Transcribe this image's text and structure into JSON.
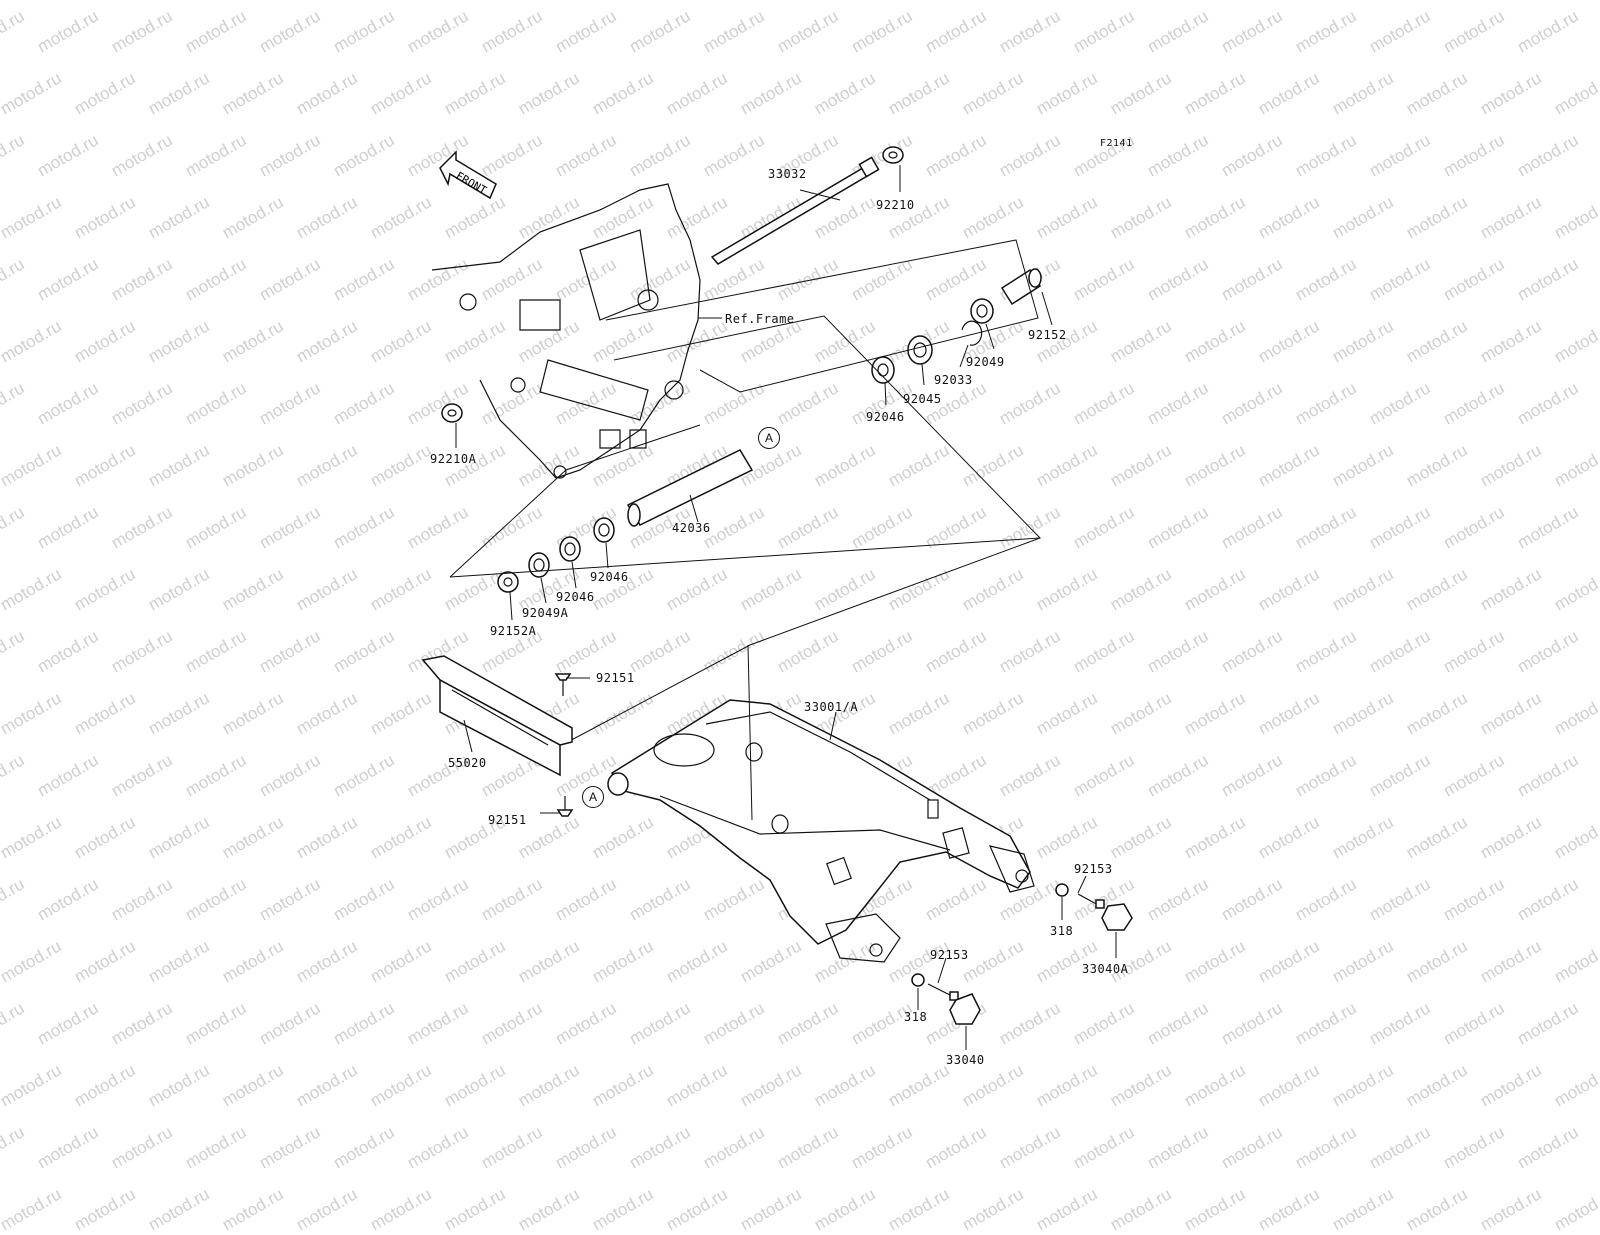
{
  "watermark": "motod.ru",
  "figure_code": "F2141",
  "front_label": "FRONT",
  "ref_frame": "Ref.Frame",
  "ref_marker": "A",
  "parts": [
    "33032",
    "92210",
    "92152",
    "92049",
    "92033",
    "92045",
    "92046",
    "92210A",
    "42036",
    "92046",
    "92046",
    "92049A",
    "92152A",
    "92151",
    "33001/A",
    "55020",
    "92151",
    "92153",
    "318",
    "33040A",
    "92153",
    "318",
    "33040"
  ],
  "colors": {
    "line": "#111111",
    "watermark": "#cfcfcf",
    "background": "#ffffff"
  }
}
